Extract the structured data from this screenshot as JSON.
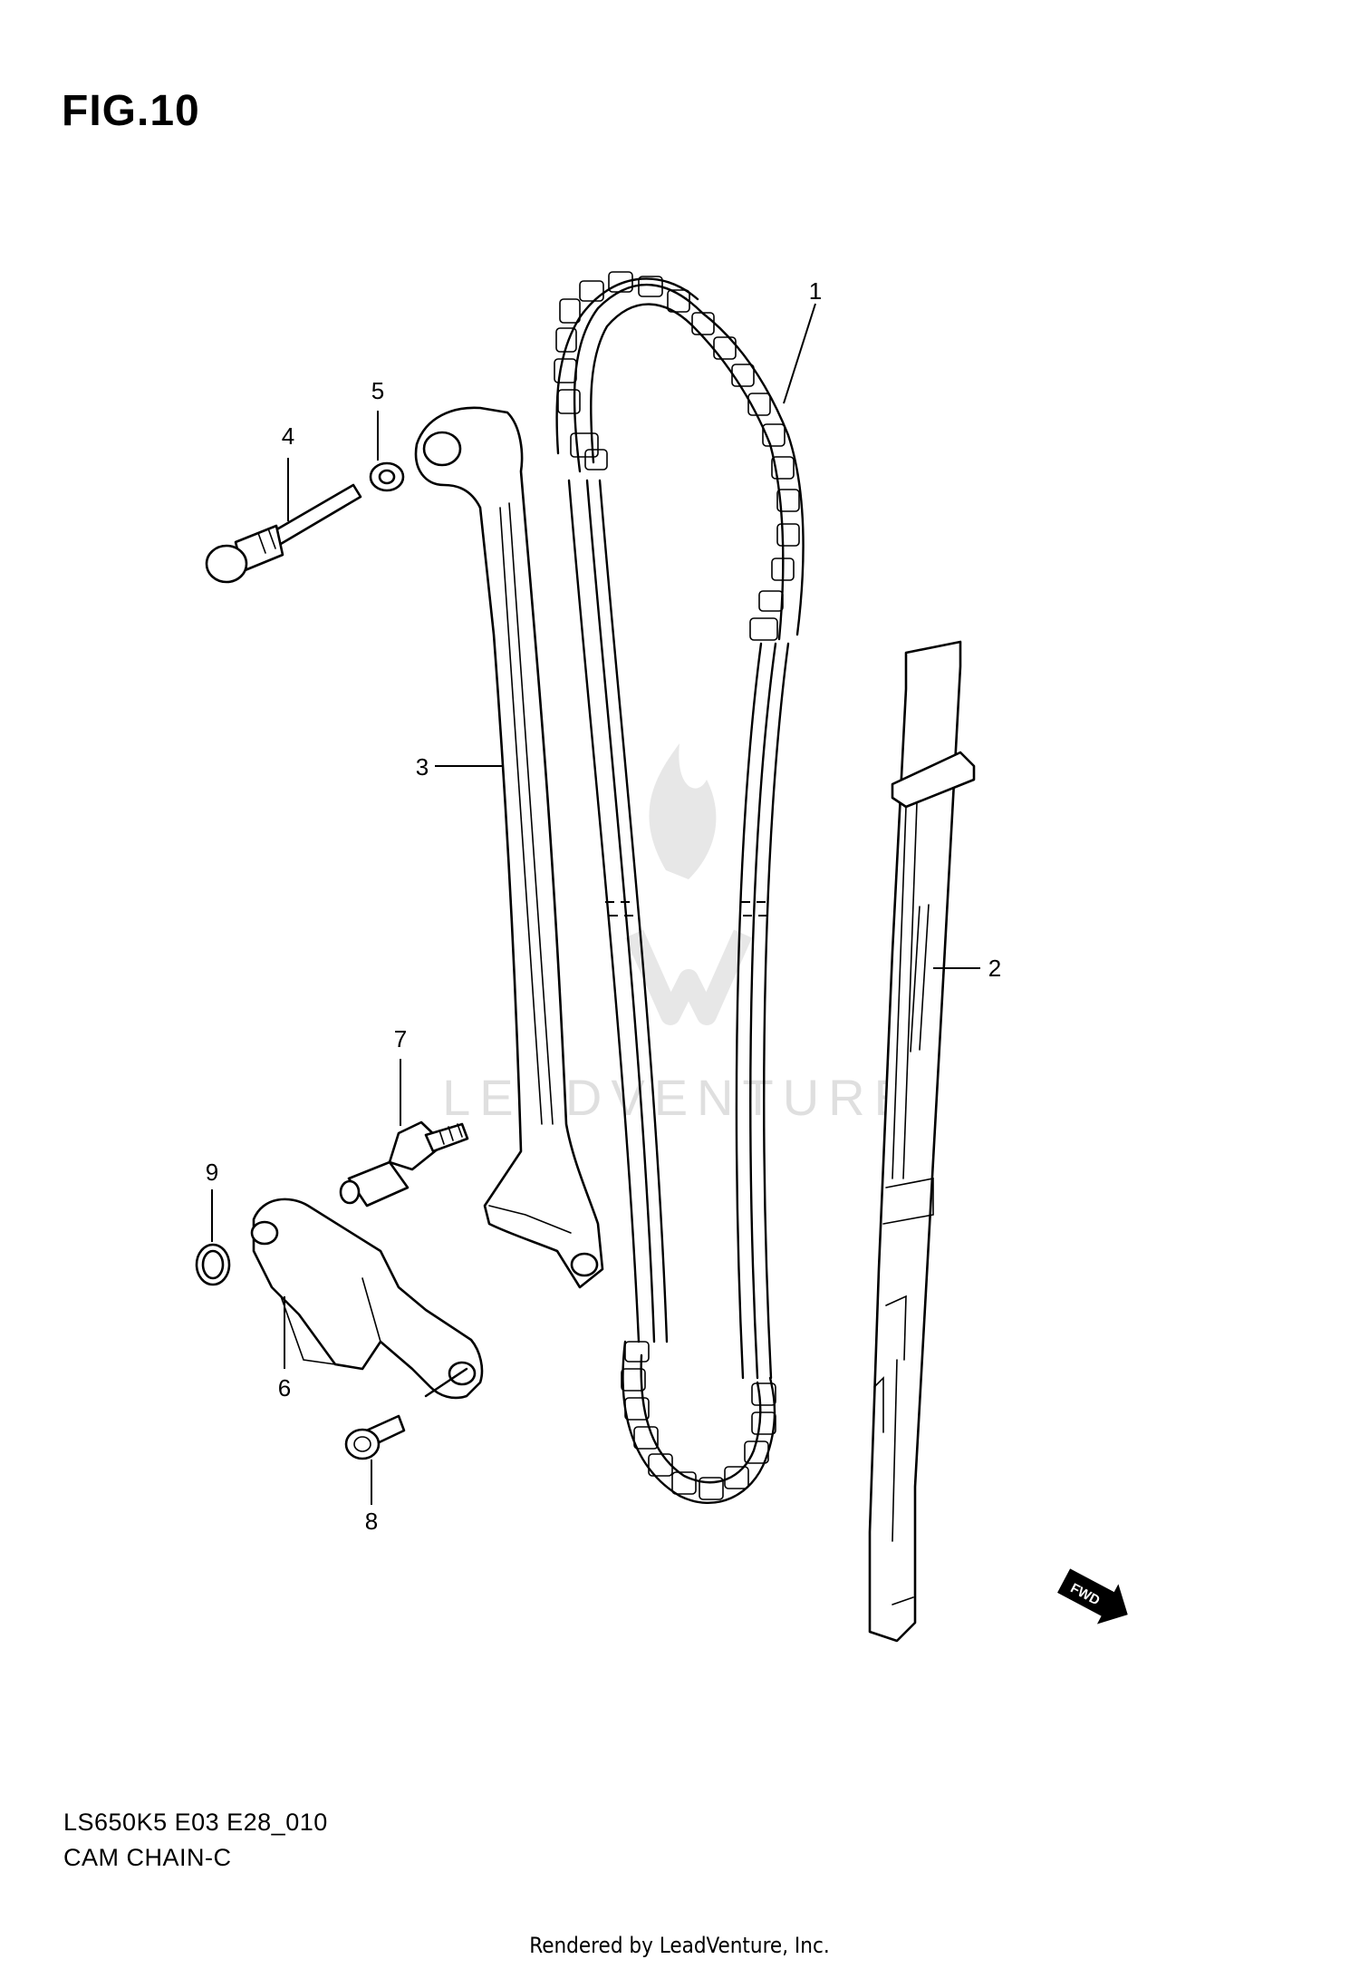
{
  "figure": {
    "title": "FIG.10",
    "code": "LS650K5 E03 E28_010",
    "name": "CAM CHAIN-C"
  },
  "footer": "Rendered by LeadVenture, Inc.",
  "watermark": "LEADVENTURE",
  "fwd_label": "FWD",
  "callouts": [
    {
      "id": "callout-1",
      "number": "1",
      "part": "cam-chain"
    },
    {
      "id": "callout-2",
      "number": "2",
      "part": "chain-guide-front"
    },
    {
      "id": "callout-3",
      "number": "3",
      "part": "tensioner-guide"
    },
    {
      "id": "callout-4",
      "number": "4",
      "part": "guide-bolt"
    },
    {
      "id": "callout-5",
      "number": "5",
      "part": "washer"
    },
    {
      "id": "callout-6",
      "number": "6",
      "part": "chain-tensioner"
    },
    {
      "id": "callout-7",
      "number": "7",
      "part": "tensioner-pin"
    },
    {
      "id": "callout-8",
      "number": "8",
      "part": "tensioner-bolt"
    },
    {
      "id": "callout-9",
      "number": "9",
      "part": "snap-ring"
    }
  ],
  "colors": {
    "ink": "#000000",
    "background": "#ffffff",
    "watermark": "#dcdcdc"
  }
}
